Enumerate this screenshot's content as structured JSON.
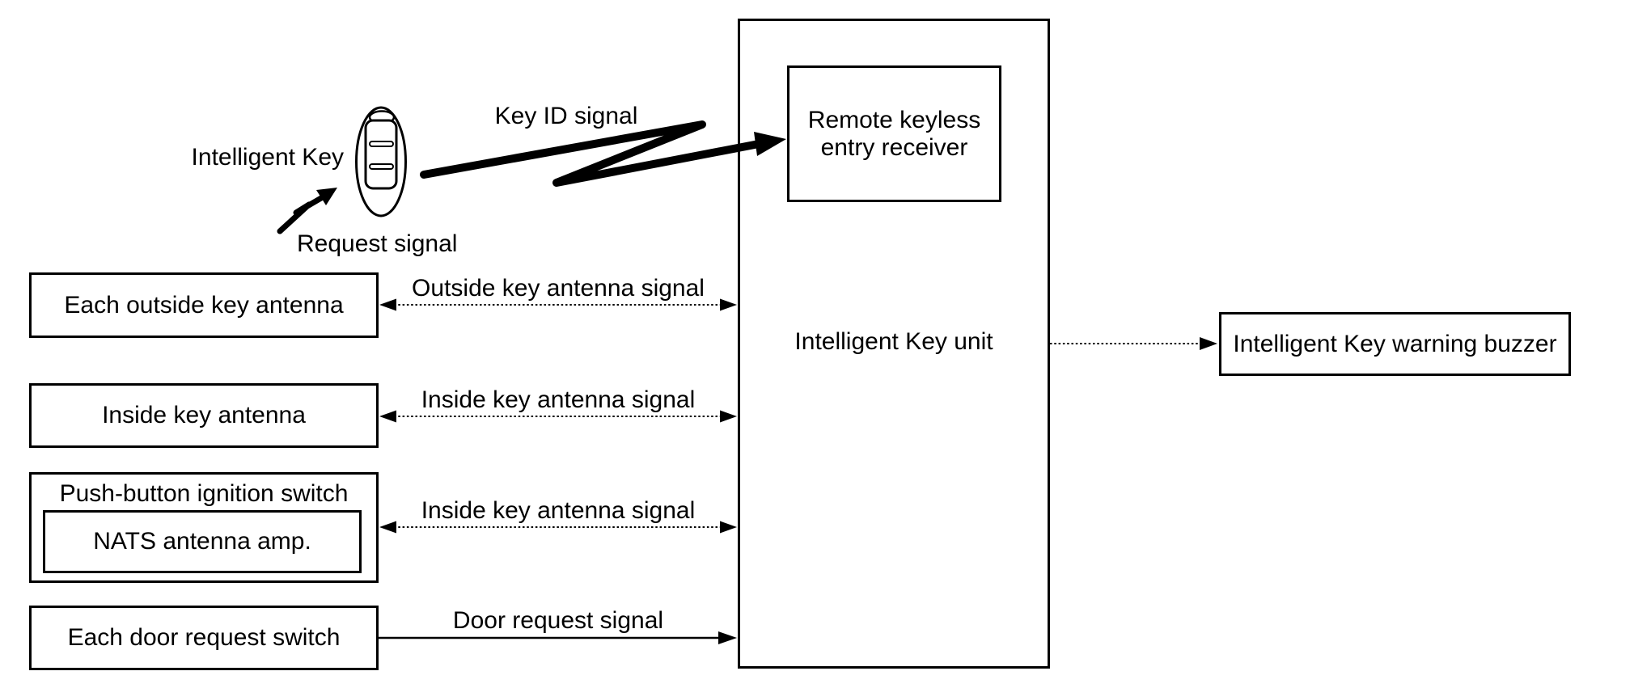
{
  "colors": {
    "ink": "#000000",
    "background": "#ffffff"
  },
  "fob": {
    "label": "Intelligent Key",
    "key_id_signal": "Key ID signal",
    "request_signal": "Request signal"
  },
  "unit": {
    "label": "Intelligent Key unit",
    "receiver_label": "Remote keyless entry receiver"
  },
  "buzzer": {
    "label": "Intelligent Key warning buzzer"
  },
  "sources": [
    {
      "label": "Each outside key antenna",
      "signal": "Outside key antenna signal"
    },
    {
      "label": "Inside key antenna",
      "signal": "Inside key antenna signal"
    },
    {
      "label": "Push-button ignition switch",
      "sub_label": "NATS antenna amp.",
      "signal": "Inside key antenna signal"
    },
    {
      "label": "Each door request switch",
      "signal": "Door request signal"
    }
  ]
}
